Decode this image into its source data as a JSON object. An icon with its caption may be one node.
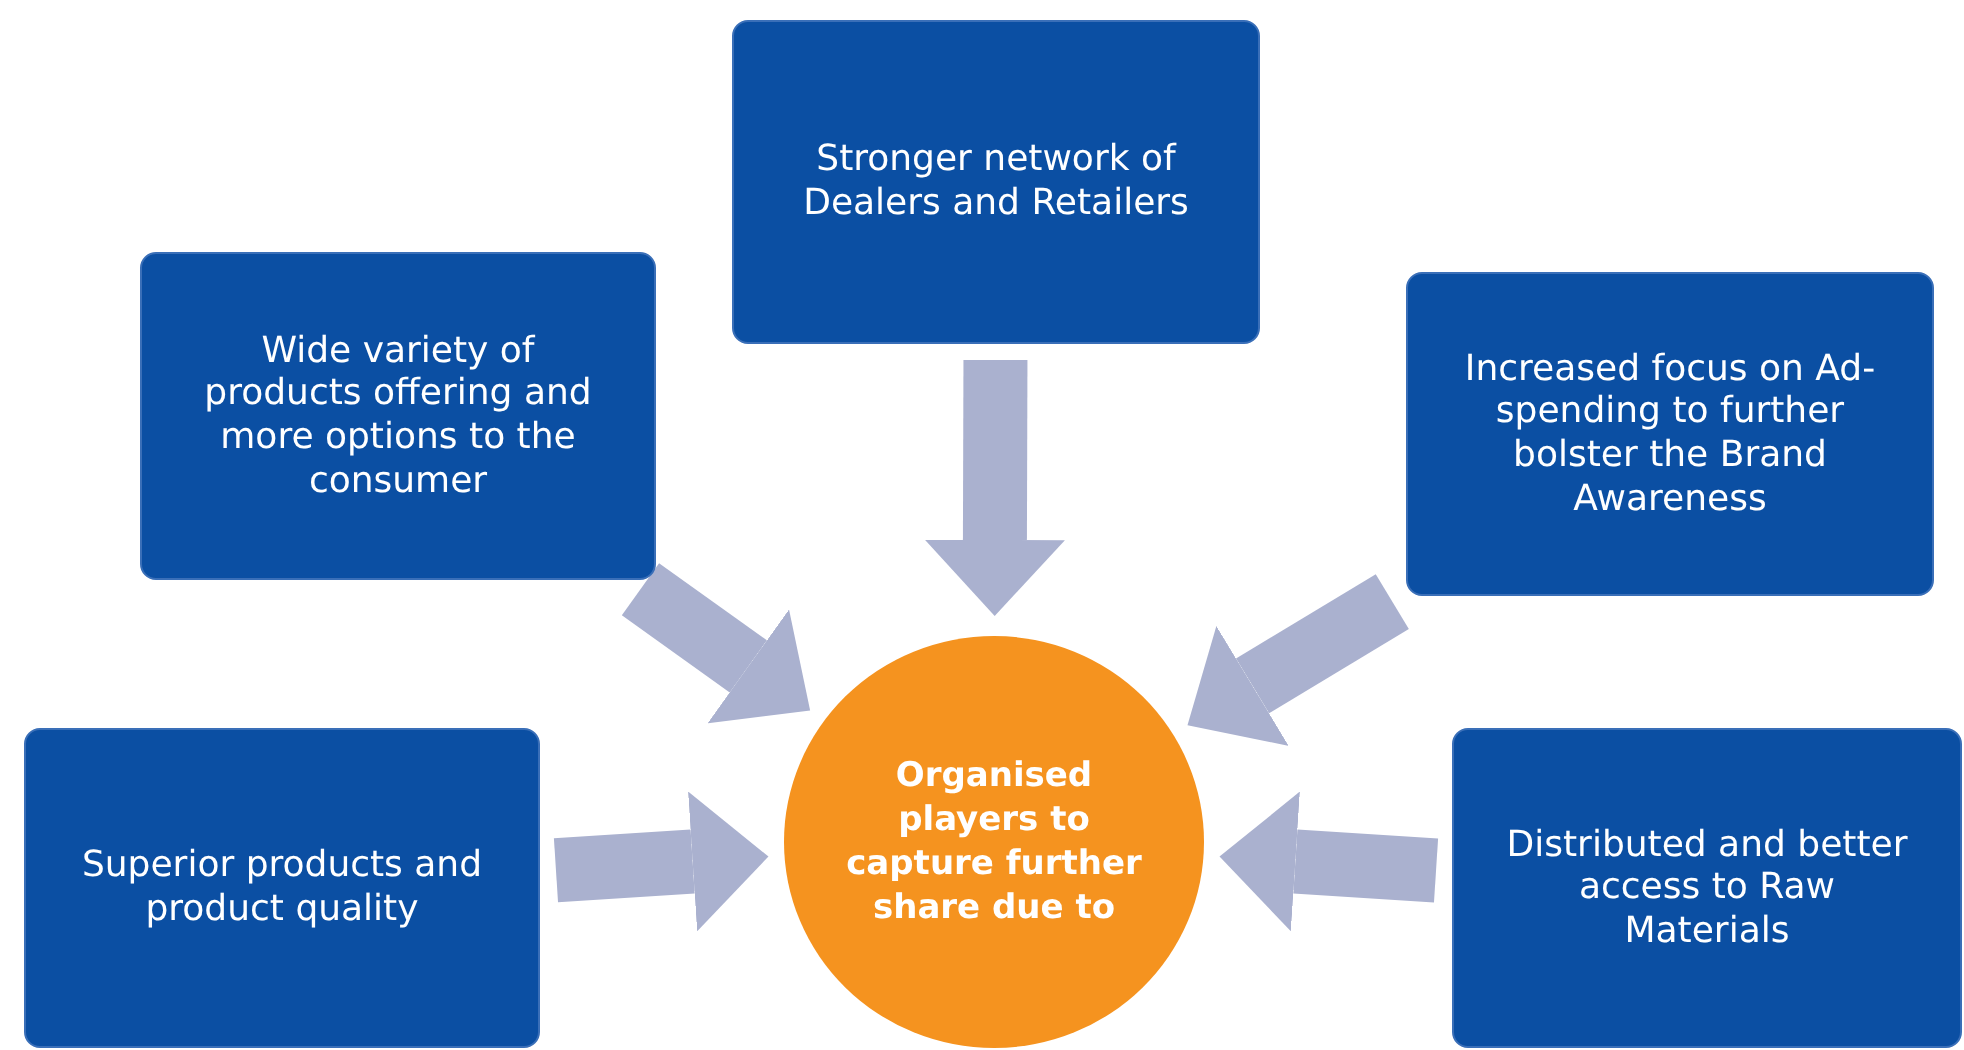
{
  "diagram": {
    "nodes": [
      {
        "text": [
          "Stronger network of Dealers and Retailers"
        ]
      },
      {
        "text": [
          "Wide variety of products offering and more options to the consumer"
        ]
      },
      {
        "text": [
          "Increased focus on Ad-spending to further bolster the Brand Awareness"
        ]
      },
      {
        "text": [
          "Superior products and product quality"
        ]
      },
      {
        "text": [
          "Organised players to capture further share due to"
        ]
      },
      {
        "text": [
          "Distributed and better access to Raw Materials"
        ]
      }
    ],
    "edges": [
      {
        "from": 0,
        "to": 4,
        "arrow": "to"
      },
      {
        "from": 1,
        "to": 4,
        "arrow": "to"
      },
      {
        "from": 2,
        "to": 4,
        "arrow": "to"
      },
      {
        "from": 3,
        "to": 4,
        "arrow": "to"
      },
      {
        "from": 5,
        "to": 4,
        "arrow": "to"
      }
    ]
  }
}
